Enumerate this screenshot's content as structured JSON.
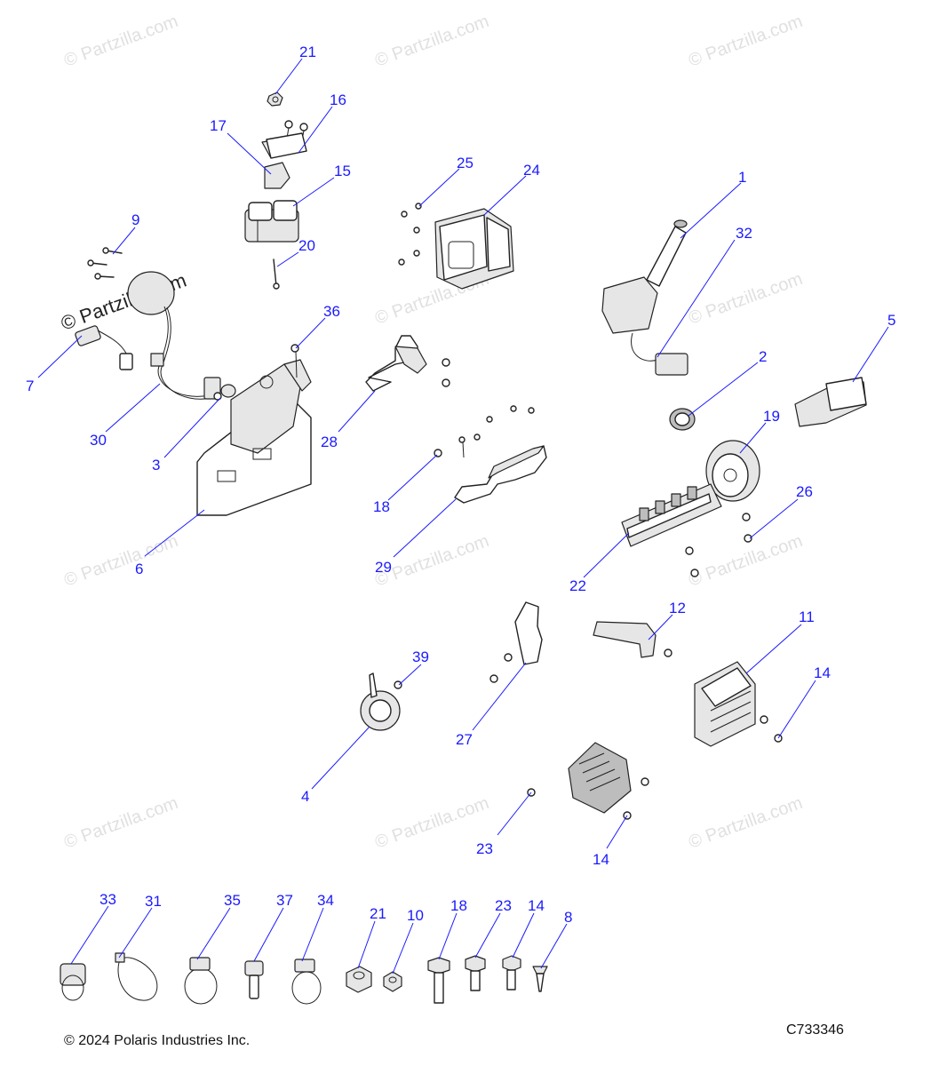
{
  "watermark": {
    "text": "© Partzilla.com",
    "overlay_text": "© Partzilla.com"
  },
  "callouts": {
    "c1": "1",
    "c2": "2",
    "c3": "3",
    "c4": "4",
    "c5": "5",
    "c6": "6",
    "c7": "7",
    "c8": "8",
    "c9": "9",
    "c10": "10",
    "c11": "11",
    "c12": "12",
    "c14a": "14",
    "c14b": "14",
    "c14c": "14",
    "c15": "15",
    "c16": "16",
    "c17": "17",
    "c18a": "18",
    "c18b": "18",
    "c19": "19",
    "c20": "20",
    "c21a": "21",
    "c21b": "21",
    "c22": "22",
    "c23a": "23",
    "c23b": "23",
    "c24": "24",
    "c25": "25",
    "c26": "26",
    "c27": "27",
    "c28": "28",
    "c29": "29",
    "c30": "30",
    "c31": "31",
    "c32": "32",
    "c33": "33",
    "c34": "34",
    "c35": "35",
    "c36": "36",
    "c37": "37",
    "c39": "39"
  },
  "footer": {
    "copyright": "© 2024 Polaris Industries Inc.",
    "drawing_number": "C733346"
  },
  "colors": {
    "callout": "#1a1aff",
    "line_art": "#222222",
    "watermark": "#c8c8c8"
  }
}
